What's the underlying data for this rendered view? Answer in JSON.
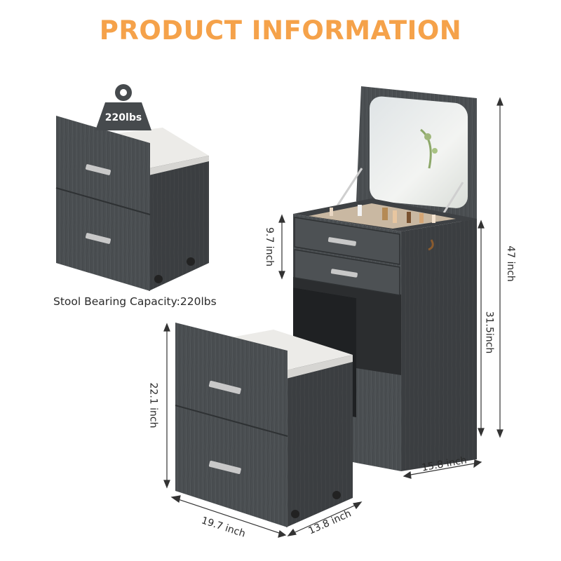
{
  "title": "PRODUCT INFORMATION",
  "weight_badge": "220lbs",
  "caption": "Stool Bearing Capacity:220lbs",
  "dimensions": {
    "drawer_height": "9.7 inch",
    "total_height": "47 inch",
    "desk_height": "31.5inch",
    "stool_height": "22.1 inch",
    "desk_depth": "15.8 inch",
    "stool_width": "19.7 inch",
    "stool_depth": "13.8 inch"
  },
  "colors": {
    "title": "#f5a24a",
    "cabinet": "#4a4e51",
    "cabinet_dark": "#3a3d40",
    "cushion": "#ecebe8",
    "handle": "#c8c8c8"
  }
}
